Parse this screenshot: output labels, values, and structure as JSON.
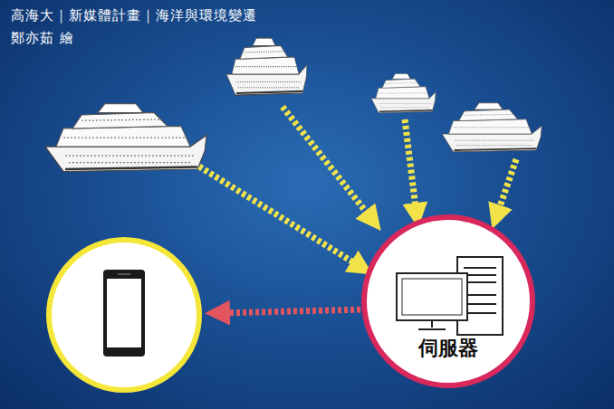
{
  "diagram": {
    "nodes": [
      {
        "text": [
          "伺服器"
        ]
      }
    ],
    "labels": [
      "高海大｜新媒體計畫｜海洋與環境變遷",
      "鄭亦茹 繪"
    ]
  }
}
